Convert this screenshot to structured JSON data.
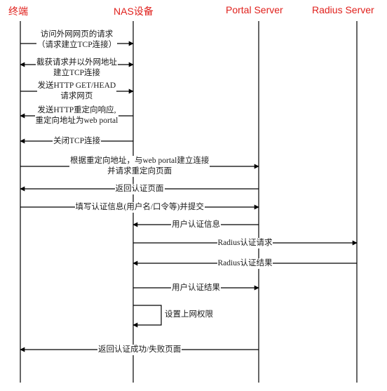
{
  "participants": {
    "terminal": "终端",
    "nas": "NAS设备",
    "portal": "Portal Server",
    "radius": "Radius Server"
  },
  "messages": [
    {
      "id": "m1",
      "from": "terminal",
      "to": "nas",
      "lines": [
        "访问外网网页的请求",
        "（请求建立TCP连接）"
      ]
    },
    {
      "id": "m2",
      "from": "nas",
      "to": "terminal",
      "bidirectional": true,
      "lines": [
        "截获请求并以外网地址",
        "建立TCP连接"
      ]
    },
    {
      "id": "m3",
      "from": "terminal",
      "to": "nas",
      "lines": [
        "发送HTTP GET/HEAD",
        "请求网页"
      ]
    },
    {
      "id": "m4",
      "from": "nas",
      "to": "terminal",
      "lines": [
        "发送HTTP重定向响应,",
        "重定向地址为web portal"
      ]
    },
    {
      "id": "m5",
      "from": "nas",
      "to": "terminal",
      "lines": [
        "关闭TCP连接"
      ]
    },
    {
      "id": "m6",
      "from": "terminal",
      "to": "portal",
      "lines": [
        "根据重定向地址，与web portal建立连接",
        "并请求重定向页面"
      ]
    },
    {
      "id": "m7",
      "from": "portal",
      "to": "terminal",
      "lines": [
        "返回认证页面"
      ]
    },
    {
      "id": "m8",
      "from": "terminal",
      "to": "portal",
      "lines": [
        "填写认证信息(用户名/口令等)并提交"
      ]
    },
    {
      "id": "m9",
      "from": "portal",
      "to": "nas",
      "lines": [
        "用户认证信息"
      ]
    },
    {
      "id": "m10",
      "from": "nas",
      "to": "radius",
      "lines": [
        "Radius认证请求"
      ]
    },
    {
      "id": "m11",
      "from": "radius",
      "to": "nas",
      "lines": [
        "Radius认证结果"
      ]
    },
    {
      "id": "m12",
      "from": "nas",
      "to": "portal",
      "lines": [
        "用户认证结果"
      ]
    },
    {
      "id": "m13",
      "from": "nas",
      "to": "nas",
      "self": true,
      "lines": [
        "设置上网权限"
      ]
    },
    {
      "id": "m14",
      "from": "portal",
      "to": "terminal",
      "lines": [
        "返回认证成功/失败页面"
      ]
    }
  ]
}
